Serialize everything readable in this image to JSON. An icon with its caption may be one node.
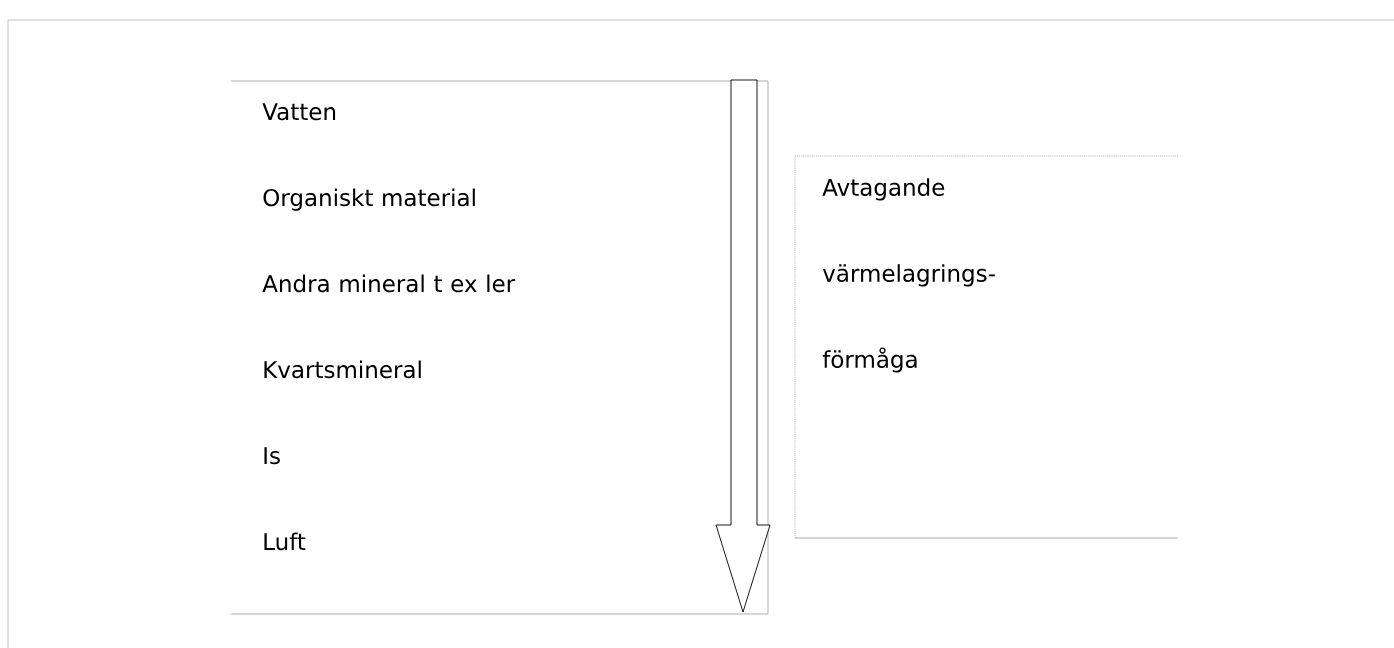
{
  "diagram": {
    "nodes": [
      {
        "text": [
          "Vatten",
          "Organiskt material",
          "Andra mineral t ex ler",
          "Kvartsmineral",
          "Is",
          "Luft"
        ]
      },
      {
        "text": [
          "Avtagande värmelagrings- förmåga"
        ]
      }
    ]
  }
}
